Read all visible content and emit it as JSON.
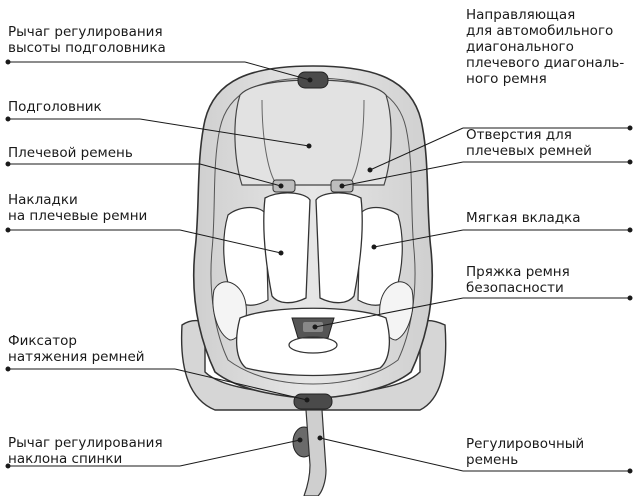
{
  "labels": {
    "headrest_lever": "Рычаг регулирования\nвысоты подголовника",
    "headrest": "Подголовник",
    "shoulder_belt": "Плечевой ремень",
    "shoulder_pads": "Накладки\nна плечевые ремни",
    "tension_lock": "Фиксатор\nнатяжения ремней",
    "recline_lever": "Рычаг регулирования\nнаклона спинки",
    "belt_guide": "Направляющая\nдля автомобильного\nдиагонального\nплечевого диагональ-\nного ремня",
    "shoulder_holes": "Отверстия для\nплечевых ремней",
    "soft_insert": "Мягкая вкладка",
    "buckle": "Пряжка ремня\nбезопасности",
    "adjust_strap": "Регулировочный\nремень"
  },
  "colors": {
    "seat_fill": "#dcdcdc",
    "seat_stroke": "#333333",
    "insert_fill": "#ffffff",
    "dark_part": "#4a4a4a",
    "leader": "#1a1a1a"
  }
}
